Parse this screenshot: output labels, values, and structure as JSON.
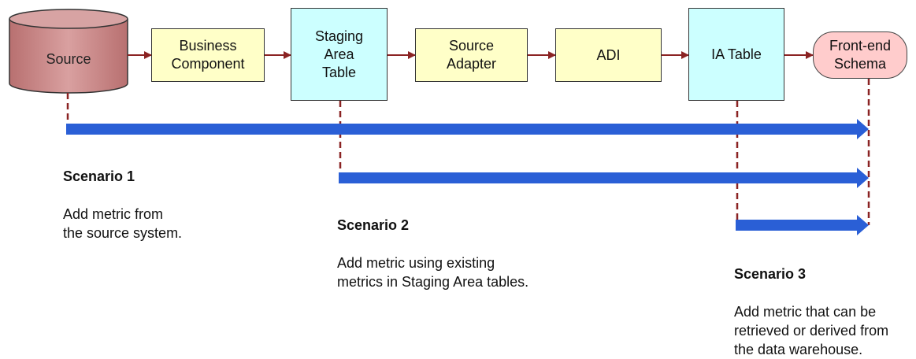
{
  "nodes": {
    "source": "Source",
    "business_component": "Business\nComponent",
    "staging_area_table": "Staging\nArea\nTable",
    "source_adapter": "Source\nAdapter",
    "adi": "ADI",
    "ia_table": "IA Table",
    "front_end_schema": "Front-end\nSchema"
  },
  "colors": {
    "source_fill": "#c98a8a",
    "process_fill": "#ffffc8",
    "table_fill": "#ccffff",
    "schema_fill": "#ffcccc",
    "connector": "#8b2323",
    "scenario_arrow": "#2a5fd6"
  },
  "scenarios": [
    {
      "title": "Scenario 1",
      "text": "Add metric from\nthe source system."
    },
    {
      "title": "Scenario 2",
      "text": "Add metric using existing\nmetrics in Staging Area tables."
    },
    {
      "title": "Scenario 3",
      "text": "Add metric that can be\nretrieved or derived from\nthe data warehouse."
    }
  ]
}
